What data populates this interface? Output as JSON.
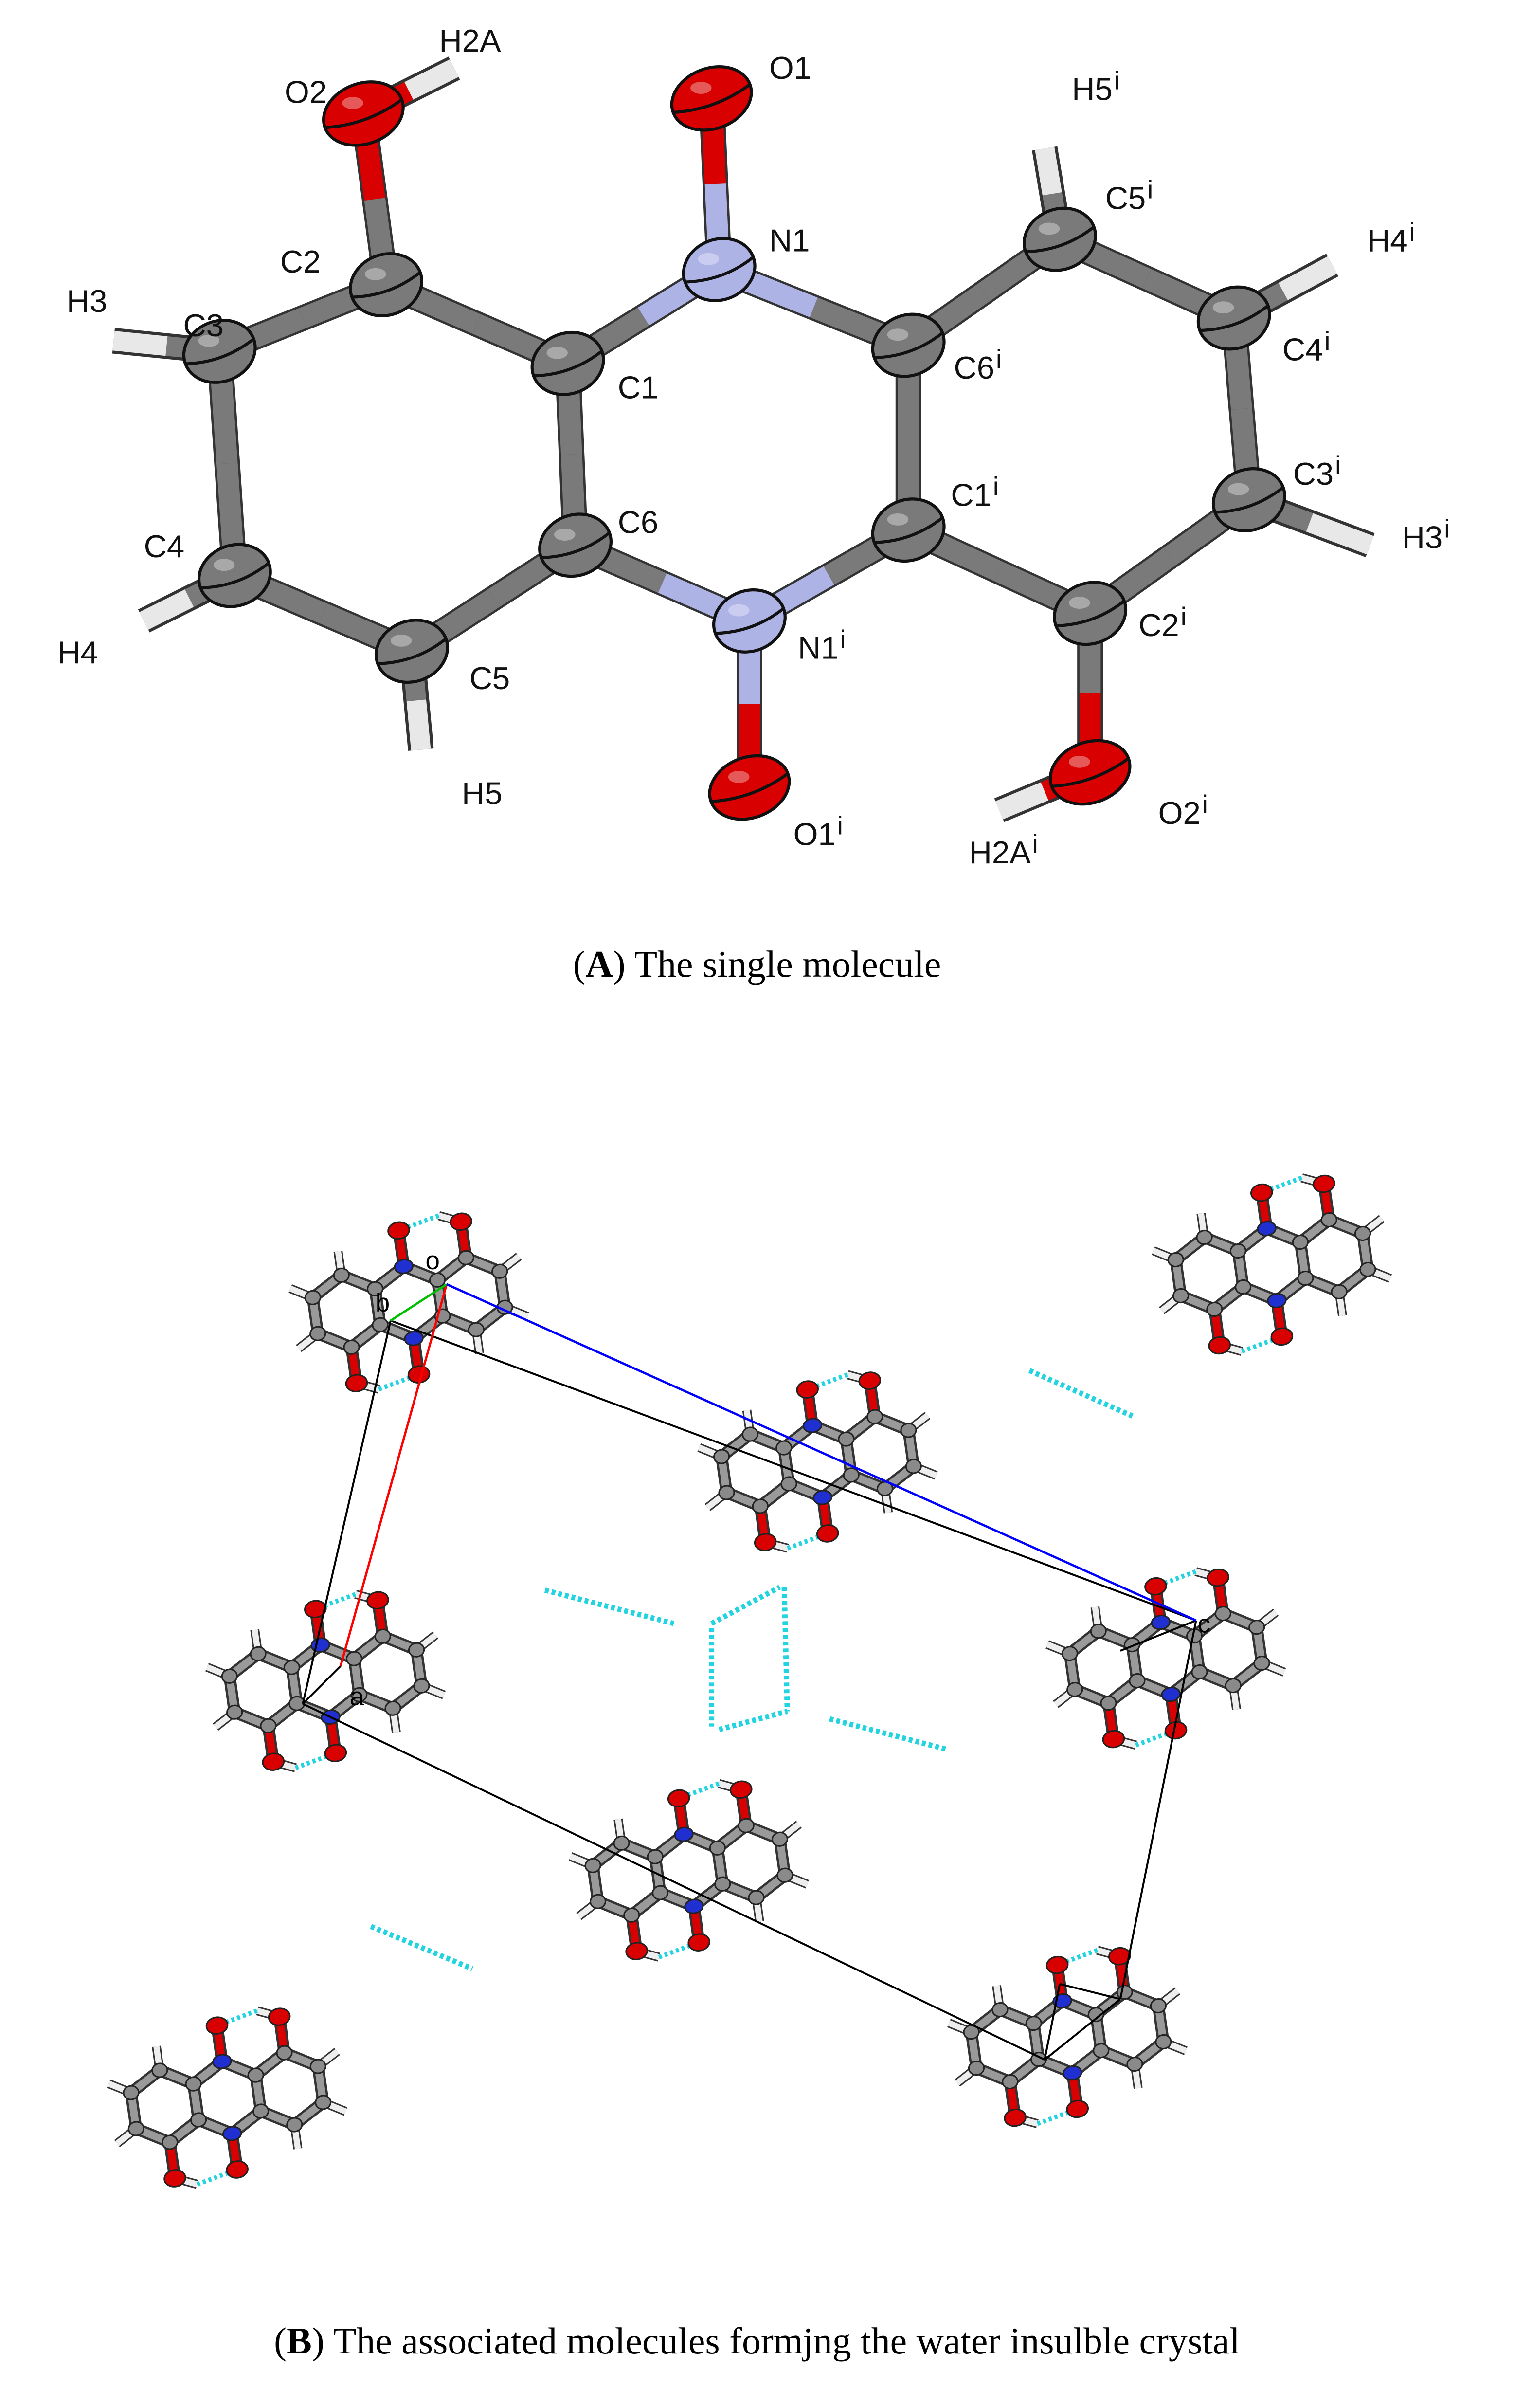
{
  "panel_a": {
    "caption": {
      "open": "(",
      "letter": "A",
      "close": ")",
      "text": " The single molecule"
    },
    "atom_labels": {
      "O2": {
        "base": "O2",
        "sup": ""
      },
      "H2A": {
        "base": "H2A",
        "sup": ""
      },
      "O1": {
        "base": "O1",
        "sup": ""
      },
      "N1": {
        "base": "N1",
        "sup": ""
      },
      "H5i": {
        "base": "H5",
        "sup": "i"
      },
      "C5i": {
        "base": "C5",
        "sup": "i"
      },
      "H4i": {
        "base": "H4",
        "sup": "i"
      },
      "C2": {
        "base": "C2",
        "sup": ""
      },
      "H3": {
        "base": "H3",
        "sup": ""
      },
      "C3": {
        "base": "C3",
        "sup": ""
      },
      "C1": {
        "base": "C1",
        "sup": ""
      },
      "C6i": {
        "base": "C6",
        "sup": "i"
      },
      "C4i": {
        "base": "C4",
        "sup": "i"
      },
      "C1i": {
        "base": "C1",
        "sup": "i"
      },
      "C3i": {
        "base": "C3",
        "sup": "i"
      },
      "H3i": {
        "base": "H3",
        "sup": "i"
      },
      "C4": {
        "base": "C4",
        "sup": ""
      },
      "C6": {
        "base": "C6",
        "sup": ""
      },
      "N1i": {
        "base": "N1",
        "sup": "i"
      },
      "C2i": {
        "base": "C2",
        "sup": "i"
      },
      "H4": {
        "base": "H4",
        "sup": ""
      },
      "C5": {
        "base": "C5",
        "sup": ""
      },
      "H5": {
        "base": "H5",
        "sup": ""
      },
      "O1i": {
        "base": "O1",
        "sup": "i"
      },
      "H2Ai": {
        "base": "H2A",
        "sup": "i"
      },
      "O2i": {
        "base": "O2",
        "sup": "i"
      }
    }
  },
  "panel_b": {
    "caption": {
      "open": "(",
      "letter": "B",
      "close": ")",
      "text": " The associated molecules formjng the water insulble crystal"
    },
    "cell_labels": {
      "origin": "o",
      "a": "a",
      "b": "b",
      "c": "c"
    }
  },
  "colors": {
    "carbon": "#7a7a7a",
    "nitrogen_a": "#aeb3e6",
    "nitrogen_b": "#1f2fd0",
    "oxygen": "#d80000",
    "hydrogen": "#e8e8e8",
    "hbond": "#22d3e0",
    "axis_a": "#ff0000",
    "axis_b": "#00c000",
    "axis_c": "#0000ff"
  }
}
